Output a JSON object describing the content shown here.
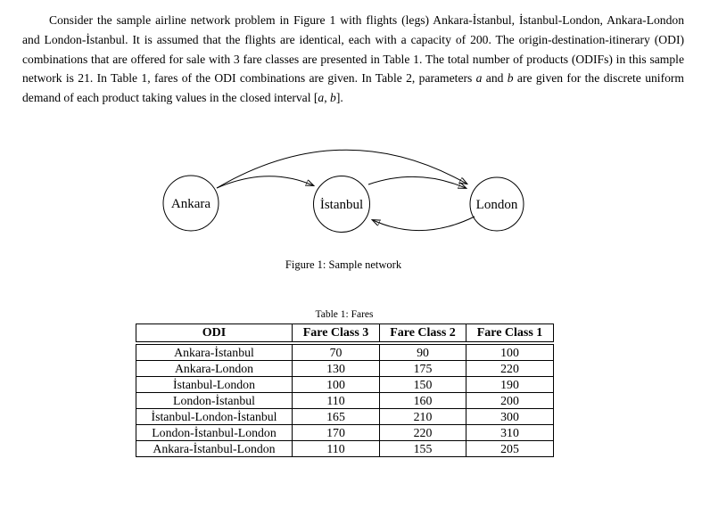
{
  "paragraph": {
    "segments": [
      {
        "style": "normal",
        "text": "Consider the sample airline network problem in Figure 1 with flights (legs) Ankara-İstanbul, İstanbul-London, Ankara-London and London-İstanbul. It is assumed that the flights are identical, each with a capacity of 200. The origin-destination-itinerary (ODI) combinations that are offered for sale with 3 fare classes are presented in Table 1. The total number of products (ODIFs) in this sample network is 21. In Table 1, fares of the ODI combinations are given. In Table 2, parameters "
      },
      {
        "style": "italic",
        "text": "a"
      },
      {
        "style": "normal",
        "text": " and "
      },
      {
        "style": "italic",
        "text": "b"
      },
      {
        "style": "normal",
        "text": " are given for the discrete uniform demand of each product taking values in the closed interval ["
      },
      {
        "style": "italic",
        "text": "a"
      },
      {
        "style": "normal",
        "text": ", "
      },
      {
        "style": "italic",
        "text": "b"
      },
      {
        "style": "normal",
        "text": "]."
      }
    ]
  },
  "figure": {
    "caption": "Figure 1: Sample network",
    "nodes": [
      {
        "label": "Ankara"
      },
      {
        "label": "İstanbul"
      },
      {
        "label": "London"
      }
    ],
    "edges": [
      {
        "from": "Ankara",
        "to": "İstanbul"
      },
      {
        "from": "Ankara",
        "to": "London"
      },
      {
        "from": "İstanbul",
        "to": "London"
      },
      {
        "from": "London",
        "to": "İstanbul"
      }
    ]
  },
  "table": {
    "caption": "Table 1: Fares",
    "headers": [
      "ODI",
      "Fare Class 3",
      "Fare Class 2",
      "Fare Class 1"
    ],
    "rows": [
      [
        "Ankara-İstanbul",
        "70",
        "90",
        "100"
      ],
      [
        "Ankara-London",
        "130",
        "175",
        "220"
      ],
      [
        "İstanbul-London",
        "100",
        "150",
        "190"
      ],
      [
        "London-İstanbul",
        "110",
        "160",
        "200"
      ],
      [
        "İstanbul-London-İstanbul",
        "165",
        "210",
        "300"
      ],
      [
        "London-İstanbul-London",
        "170",
        "220",
        "310"
      ],
      [
        "Ankara-İstanbul-London",
        "110",
        "155",
        "205"
      ]
    ]
  },
  "colors": {
    "ink": "#000000",
    "paper": "#ffffff"
  }
}
